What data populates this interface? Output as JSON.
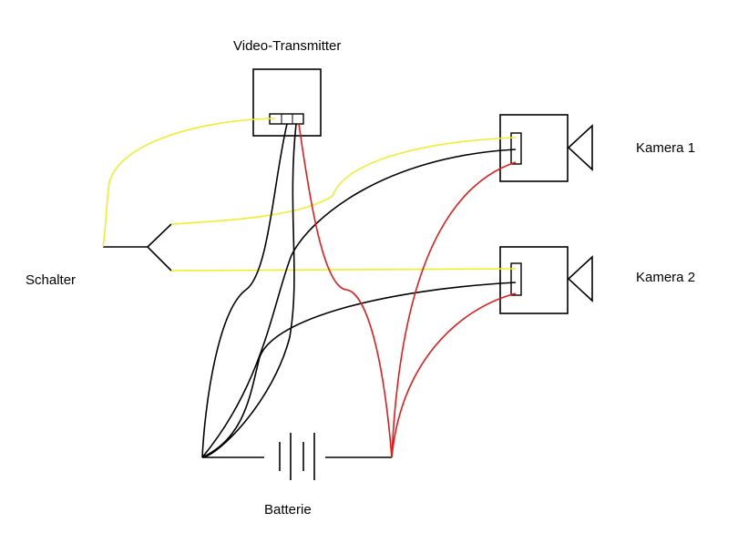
{
  "labels": {
    "transmitter": "Video-Transmitter",
    "camera1": "Kamera 1",
    "camera2": "Kamera 2",
    "switch": "Schalter",
    "battery": "Batterie"
  },
  "colors": {
    "video_wire": "#f2ec2e",
    "power_wire": "#e21b1b",
    "ground_wire": "#000000",
    "outline": "#000000"
  }
}
